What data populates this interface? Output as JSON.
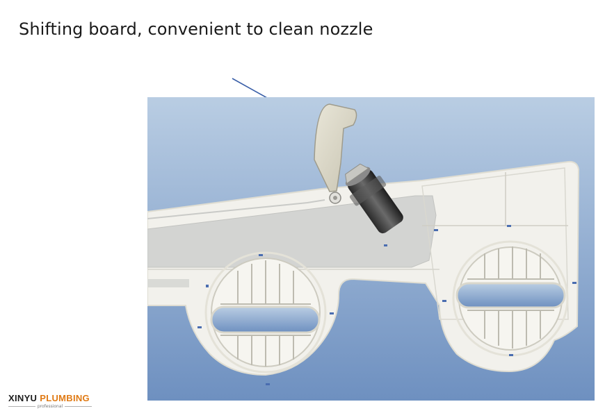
{
  "slide": {
    "title": "Shifting board, convenient to clean nozzle"
  },
  "logo": {
    "brand_part1": "XINYU",
    "brand_part2": "PLUMBING",
    "tagline": "professional"
  },
  "colors": {
    "render_top": "#b9cde3",
    "render_bottom": "#6e90c0",
    "arrow": "#3a5fa8",
    "frame": "#f4f3ee",
    "logo_orange": "#e07a14"
  }
}
